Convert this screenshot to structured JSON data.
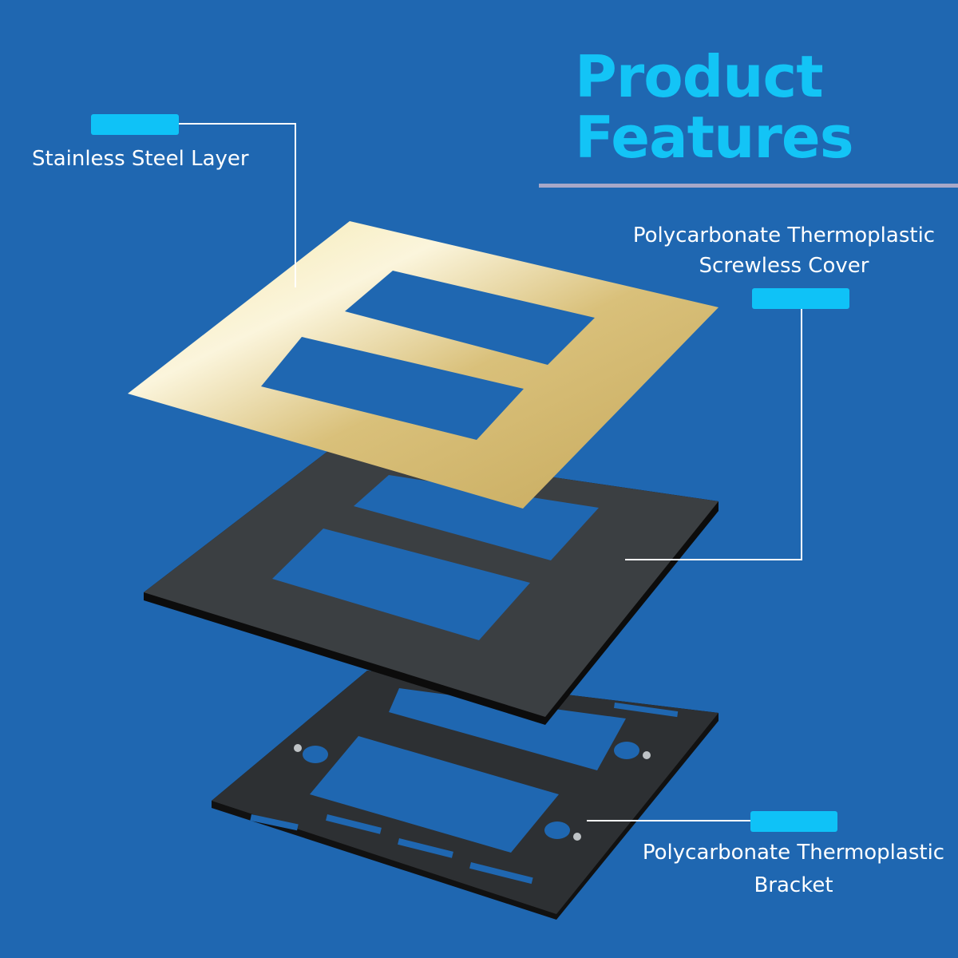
{
  "title": {
    "line1": "Product",
    "line2": "Features"
  },
  "labels": {
    "steel": "Stainless Steel Layer",
    "cover_line1": "Polycarbonate Thermoplastic",
    "cover_line2": "Screwless Cover",
    "bracket_line1": "Polycarbonate Thermoplastic",
    "bracket_line2": "Bracket"
  },
  "colors": {
    "background": "#1f67b1",
    "accent": "#13c4f6",
    "divider": "#a7a8c8"
  }
}
